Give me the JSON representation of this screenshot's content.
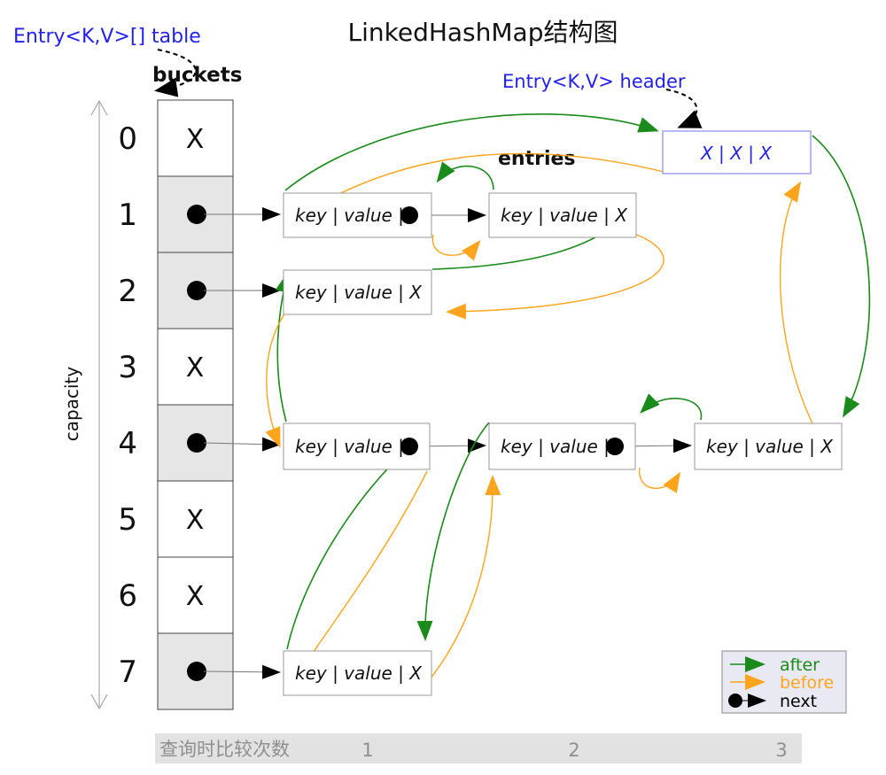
{
  "title": "LinkedHashMap结构图",
  "labels": {
    "table": "Entry<K,V>[] table",
    "header": "Entry<K,V> header",
    "buckets": "buckets",
    "entries": "entries",
    "capacity": "capacity"
  },
  "colors": {
    "after_green": "#1a8a1a",
    "before_orange": "#ffa41c",
    "next_black": "#000000",
    "link_blue": "#2222ee",
    "bucket_gray": "#e6e6e6",
    "footer_gray": "#e2e2e2"
  },
  "header_node": {
    "value": "X  |  X  |  X"
  },
  "buckets": [
    {
      "index": "0",
      "value": "X"
    },
    {
      "index": "1",
      "value": ""
    },
    {
      "index": "2",
      "value": ""
    },
    {
      "index": "3",
      "value": "X"
    },
    {
      "index": "4",
      "value": ""
    },
    {
      "index": "5",
      "value": "X"
    },
    {
      "index": "6",
      "value": "X"
    },
    {
      "index": "7",
      "value": ""
    }
  ],
  "entries": [
    {
      "id": "bucket1-entry1",
      "label": "key | value |",
      "pointer": "black-dot"
    },
    {
      "id": "bucket1-entry2",
      "label": "key | value |  X",
      "pointer": "null"
    },
    {
      "id": "bucket2-entry1",
      "label": "key | value |  X",
      "pointer": "null"
    },
    {
      "id": "bucket4-entry1",
      "label": "key | value |",
      "pointer": "black-dot"
    },
    {
      "id": "bucket4-entry2",
      "label": "key | value |",
      "pointer": "black-dot"
    },
    {
      "id": "bucket4-entry3",
      "label": "key | value |  X",
      "pointer": "null"
    },
    {
      "id": "bucket7-entry1",
      "label": "key | value |  X",
      "pointer": "null"
    }
  ],
  "legend": [
    {
      "label": "after"
    },
    {
      "label": "before"
    },
    {
      "label": "next"
    }
  ],
  "footer": {
    "label": "查询时比较次数",
    "values": [
      "1",
      "2",
      "3"
    ]
  }
}
